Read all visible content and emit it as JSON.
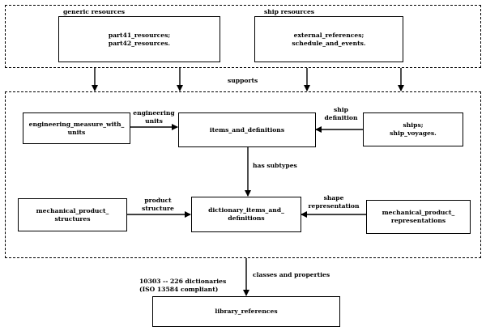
{
  "generic": {
    "title": "generic resources",
    "line1": "part41_resources;",
    "line2": "part42_resources."
  },
  "ship_res": {
    "title": "ship resources",
    "line1": "external_references;",
    "line2": "schedule_and_events."
  },
  "supports_label": "supports",
  "boxes": {
    "eng_measure": {
      "line1": "engineering_measure_with_",
      "line2": "units"
    },
    "items": {
      "line1": "items_and_definitions"
    },
    "ships": {
      "line1": "ships;",
      "line2": "ship_voyages."
    },
    "mech_struct": {
      "line1": "mechanical_product_",
      "line2": "structures"
    },
    "dict_items": {
      "line1": "dictionary_items_and_",
      "line2": "definitions"
    },
    "mech_repr": {
      "line1": "mechanical_product_",
      "line2": "representations"
    },
    "library": {
      "line1": "library_references"
    }
  },
  "edge_labels": {
    "eng_units": {
      "line1": "engineering",
      "line2": "units"
    },
    "ship_def": {
      "line1": "ship",
      "line2": "definition"
    },
    "has_subtypes": "has subtypes",
    "product_structure": {
      "line1": "product",
      "line2": "structure"
    },
    "shape_repr": {
      "line1": "shape",
      "line2": "representation"
    },
    "classes_props": "classes and properties"
  },
  "dictionaries_note": {
    "line1": "10303 -- 226 dictionaries",
    "line2": "(ISO 13584 compliant)"
  }
}
